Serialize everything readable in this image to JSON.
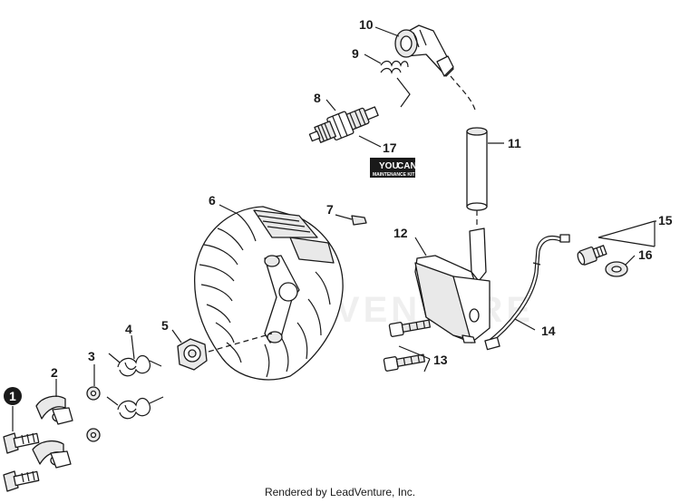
{
  "footer": {
    "text": "Rendered by LeadVenture, Inc."
  },
  "watermark": {
    "text": "LEADVENTURE"
  },
  "kit_badge": {
    "line1": "YOU",
    "line2": "CAN",
    "line3": "MAINTENANCE KIT"
  },
  "callouts": {
    "c1": "1",
    "c2": "2",
    "c3": "3",
    "c4": "4",
    "c5": "5",
    "c6": "6",
    "c7": "7",
    "c8": "8",
    "c9": "9",
    "c10": "10",
    "c11": "11",
    "c12": "12",
    "c13": "13",
    "c14": "14",
    "c15": "15",
    "c16": "16",
    "c17": "17"
  }
}
